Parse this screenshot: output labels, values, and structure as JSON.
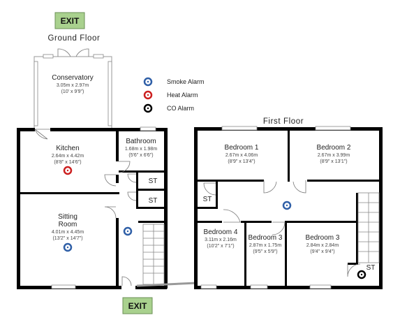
{
  "exits": {
    "top_label": "EXIT",
    "bottom_label": "EXIT",
    "color": "#a9d18e"
  },
  "floors": {
    "ground": {
      "title": "Ground Floor",
      "rooms": {
        "conservatory": {
          "name": "Conservatory",
          "dims_m": "3.05m x 2.97m",
          "dims_ft": "(10' x 9'9\")"
        },
        "kitchen": {
          "name": "Kitchen",
          "dims_m": "2.64m x 4.42m",
          "dims_ft": "(8'8\" x 14'6\")"
        },
        "bathroom": {
          "name": "Bathroom",
          "dims_m": "1.68m x 1.98m",
          "dims_ft": "(5'6\" x 6'6\")"
        },
        "sitting_room": {
          "name_line1": "Sitting",
          "name_line2": "Room",
          "dims_m": "4.01m x 4.45m",
          "dims_ft": "(13'2\" x 14'7\")"
        },
        "st_upper": {
          "name": "ST"
        },
        "st_lower": {
          "name": "ST"
        }
      }
    },
    "first": {
      "title": "First Floor",
      "rooms": {
        "bedroom1": {
          "name": "Bedroom 1",
          "dims_m": "2.67m x 4.06m",
          "dims_ft": "(8'9\" x 13'4\")"
        },
        "bedroom2": {
          "name": "Bedroom 2",
          "dims_m": "2.67m x 3.99m",
          "dims_ft": "(8'9\" x 13'1\")"
        },
        "bedroom4": {
          "name": "Bedroom 4",
          "dims_m": "3.11m x 2.16m",
          "dims_ft": "(10'2\" x 7'1\")"
        },
        "bedroom3_small": {
          "name": "Bedroom 3",
          "dims_m": "2.87m x 1.75m",
          "dims_ft": "(9'5\" x 5'9\")"
        },
        "bedroom3_large": {
          "name": "Bedroom 3",
          "dims_m": "2.84m x 2.84m",
          "dims_ft": "(9'4\" x 9'4\")"
        },
        "st_left": {
          "name": "ST"
        },
        "st_right": {
          "name": "ST"
        }
      }
    }
  },
  "legend": {
    "smoke": {
      "label": "Smoke Alarm",
      "color": "#2f5fa7"
    },
    "heat": {
      "label": "Heat Alarm",
      "color": "#cc1f1f"
    },
    "co": {
      "label": "CO Alarm",
      "color": "#000000"
    }
  }
}
